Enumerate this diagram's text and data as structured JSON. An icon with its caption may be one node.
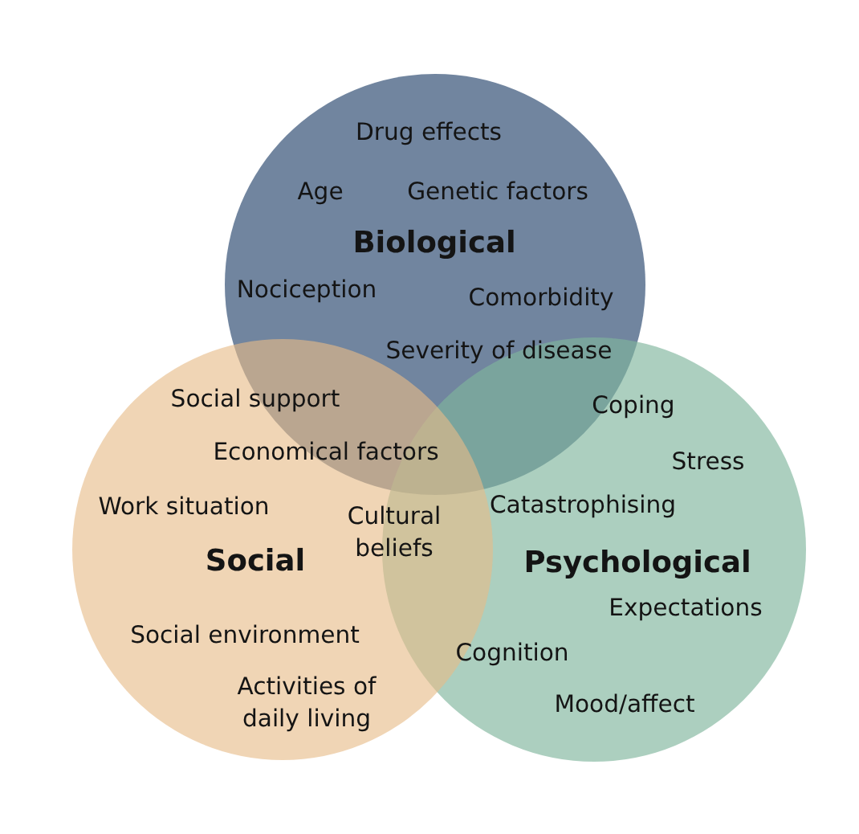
{
  "diagram": {
    "nodes": [
      {
        "text": [
          "Drug effects",
          "Age",
          "Genetic factors",
          "Biological",
          "Nociception",
          "Comorbidity"
        ]
      },
      {
        "text": [
          "Work situation",
          "Social",
          "Social environment",
          "Activities of daily living"
        ]
      },
      {
        "text": [
          "Stress",
          "Catastrophising",
          "Psychological",
          "Expectations",
          "Cognition",
          "Mood/affect"
        ]
      }
    ],
    "labels": [
      "Severity of disease",
      "Social support",
      "Coping",
      "Economical factors",
      "Cultural beliefs"
    ]
  }
}
